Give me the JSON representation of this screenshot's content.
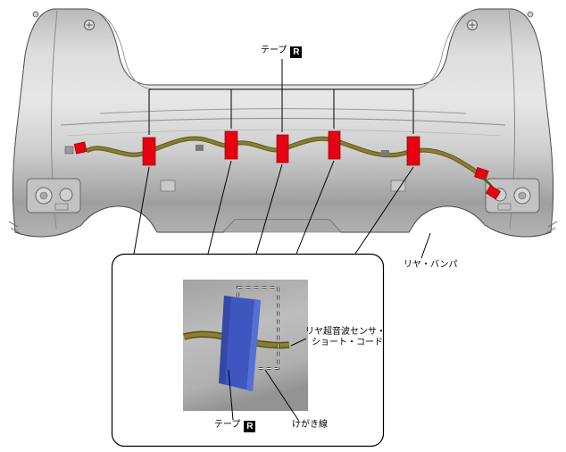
{
  "figure": {
    "labels": {
      "tape_top": {
        "text": "テープ",
        "mark": "R"
      },
      "tape_bottom": {
        "text": "テープ",
        "mark": "R"
      },
      "rear_bumper": "リヤ・バンパ",
      "sensor_cord": [
        "リヤ超音波センサ・",
        "ショート・コード"
      ],
      "scribe_line": "けがき線"
    },
    "tape_marker_count": 5,
    "colors": {
      "tape_marker_red": "#e60012",
      "harness_olive": "#8a7f2a",
      "harness_olive_dark": "#5e561e",
      "masking_tape_blue": "#3e56c0",
      "bumper_gray": "#d6d6d6"
    }
  }
}
